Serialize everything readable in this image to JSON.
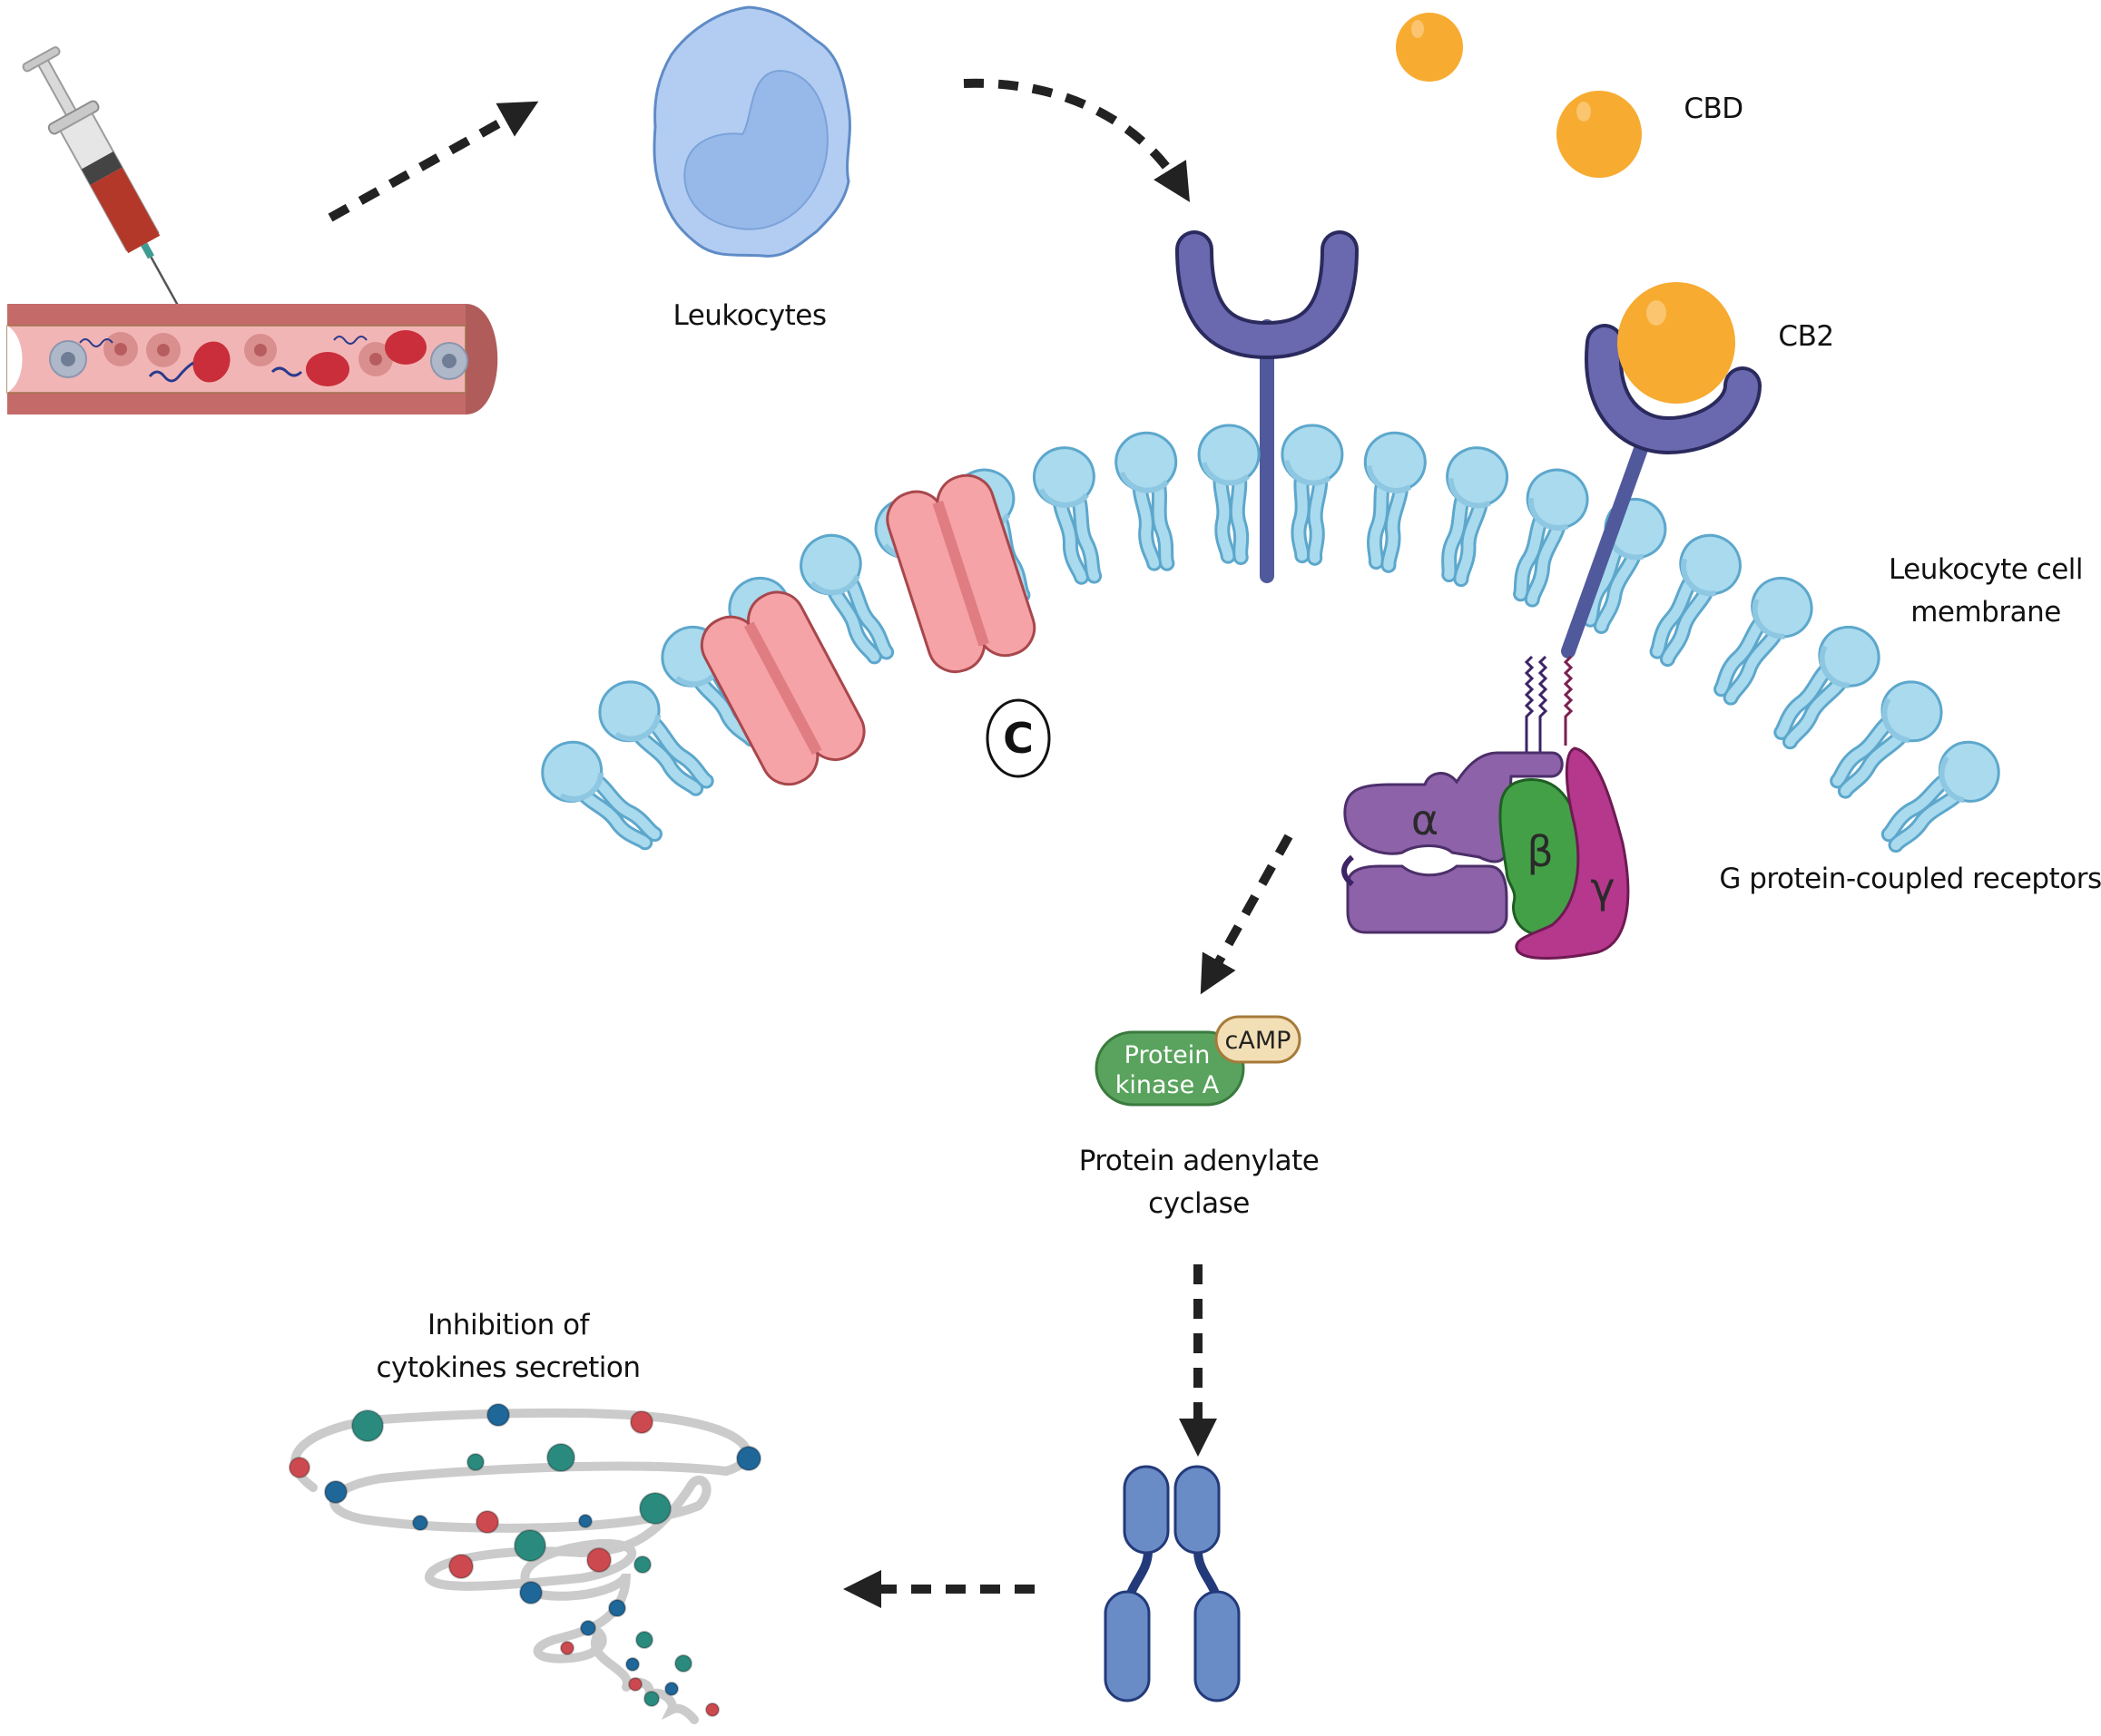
{
  "figure": {
    "panel_label": "C",
    "labels": {
      "leukocytes": "Leukocytes",
      "cbd": "CBD",
      "cb2": "CB2",
      "membrane_line1": "Leukocyte cell",
      "membrane_line2": "membrane",
      "gpcr": "G protein-coupled receptors",
      "pka_line1": "Protein",
      "pka_line2": "kinase A",
      "camp": "cAMP",
      "adenylate_line1": "Protein adenylate",
      "adenylate_line2": "cyclase",
      "inhibition_line1": "Inhibition of",
      "inhibition_line2": "cytokines secretion"
    },
    "g_protein_subunits": [
      "α",
      "β",
      "γ"
    ],
    "icons": {
      "syringe": "syringe-icon",
      "blood_vessel": "blood-vessel-icon",
      "leukocyte": "leukocyte-cell-icon",
      "cbd_molecule": "cbd-molecule-icon",
      "receptor": "receptor-icon",
      "cb2_receptor": "cb2-receptor-icon",
      "ion_channel": "ion-channel-icon",
      "g_protein": "g-protein-icon",
      "antibody": "antibody-icon",
      "cytokine_tornado": "cytokine-tornado-icon"
    },
    "colors": {
      "arrow": "#222222",
      "cbd": "#F7AB30",
      "receptor": "#6A68AE",
      "receptor_outline": "#2A2A5E",
      "lipid_fill": "#A9DAEE",
      "lipid_outline": "#5DA7CC",
      "channel": "#F5A3A6",
      "alpha": "#8D62A8",
      "beta": "#43A047",
      "gamma": "#B5388C",
      "pka": "#5AA35E",
      "camp": "#F3DFB5",
      "leukocyte": "#B3CDF2",
      "antibody": "#6A8CC6",
      "cytokine_teal": "#2A8A7E",
      "cytokine_blue": "#1F6699",
      "cytokine_red": "#CC4A4F"
    }
  }
}
